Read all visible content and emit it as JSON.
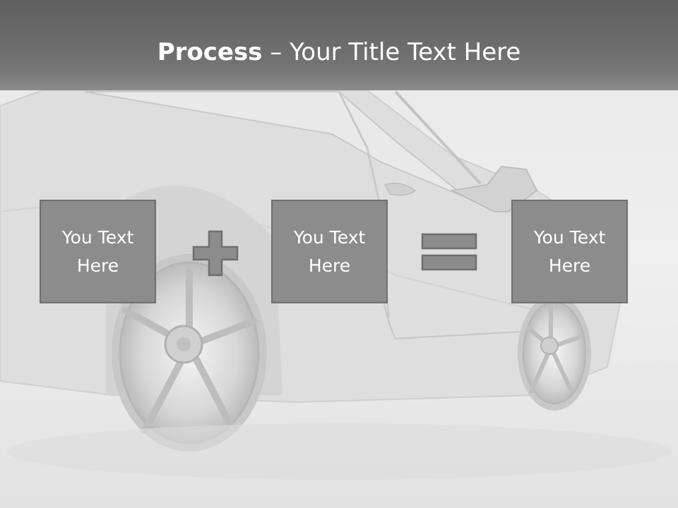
{
  "slide": {
    "title_bold": "Process",
    "title_rest": " – Your Title Text Here",
    "boxes": [
      {
        "text": "You Text Here"
      },
      {
        "text": "You Text Here"
      },
      {
        "text": "You Text Here"
      }
    ],
    "operators": [
      "plus-icon",
      "equals-icon"
    ],
    "background": "car-photo"
  },
  "colors": {
    "title_band": "#6e6e6e",
    "box_fill": "#8c8c8c",
    "box_border": "#6f6f6f",
    "text": "#ffffff"
  }
}
